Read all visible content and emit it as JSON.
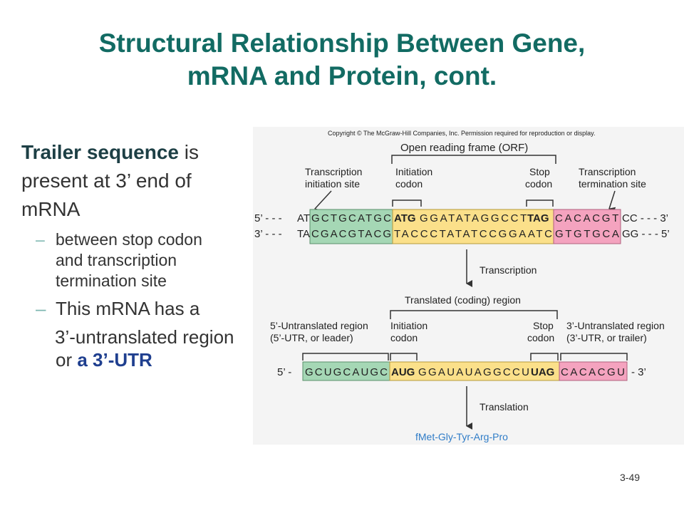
{
  "slide": {
    "title_line1": "Structural Relationship Between Gene,",
    "title_line2": "mRNA and Protein, cont.",
    "page_number": "3-49"
  },
  "bullets": {
    "main_bold": "Trailer sequence",
    "main_rest1": " is",
    "main_line2": "present at 3’ end of",
    "main_line3": "mRNA",
    "sub1_line1": "between stop codon",
    "sub1_line2": "and transcription",
    "sub1_line3": "termination site",
    "sub2": "This mRNA has a",
    "sub2_line2": "3’-untranslated region",
    "sub2_line3_pre": "or ",
    "sub2_line3_em": "a 3’-UTR",
    "dash": "–"
  },
  "figure": {
    "copyright": "Copyright © The McGraw-Hill Companies, Inc. Permission required for reproduction or display.",
    "orf": "Open reading frame (ORF)",
    "tis1": "Transcription",
    "tis2": "initiation site",
    "init1": "Initiation",
    "init2": "codon",
    "stop1": "Stop",
    "stop2": "codon",
    "tts1": "Transcription",
    "tts2": "termination site",
    "dna_top_prefix": "5’ - - -",
    "dna_top_a": "AT",
    "dna_top_green": "GCTGCATGC",
    "dna_top_atg": "ATG",
    "dna_top_yellow": "GGATATAGGCCT",
    "dna_top_tag": "TAG",
    "dna_top_pink": "CACACGT",
    "dna_top_end": "CC - - - 3’",
    "dna_bot_prefix": "3’ - - -",
    "dna_bot_a": "TA",
    "dna_bot_green": "CGACGTACG",
    "dna_bot_yellow": "TACCCTATATCCGGAATC",
    "dna_bot_pink": "GTGTGCA",
    "dna_bot_end": "GG - - - 5’",
    "transcription": "Transcription",
    "translated": "Translated (coding) region",
    "utr5_1": "5’-Untranslated region",
    "utr5_2": "(5’-UTR, or leader)",
    "init_m1": "Initiation",
    "init_m2": "codon",
    "stop_m1": "Stop",
    "stop_m2": "codon",
    "utr3_1": "3’-Untranslated region",
    "utr3_2": "(3’-UTR, or trailer)",
    "mrna_prefix": "5’ -",
    "mrna_green": "GCUGCAUGC",
    "mrna_aug": "AUG",
    "mrna_yellow": "GGAUAUAGGCCU",
    "mrna_uag": "UAG",
    "mrna_pink": "CACACGU",
    "mrna_end": "- 3’",
    "translation": "Translation",
    "protein": "fMet-Gly-Tyr-Arg-Pro"
  },
  "colors": {
    "title": "#126b63",
    "green_box": "#a5d7b5",
    "yellow_box": "#fbe08a",
    "pink_box": "#f4a3bf",
    "protein_text": "#2f7cc7"
  }
}
